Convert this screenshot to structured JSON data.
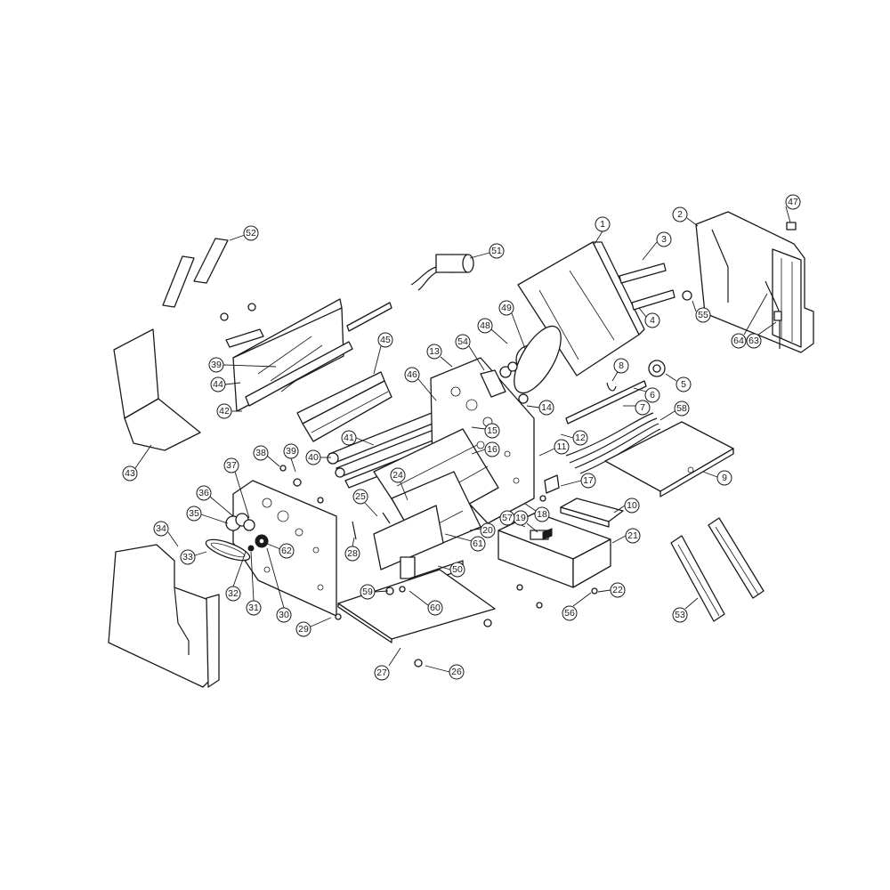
{
  "callouts": [
    {
      "label": "1"
    },
    {
      "label": "2"
    },
    {
      "label": "3"
    },
    {
      "label": "4"
    },
    {
      "label": "5"
    },
    {
      "label": "6"
    },
    {
      "label": "7"
    },
    {
      "label": "8"
    },
    {
      "label": "9"
    },
    {
      "label": "10"
    },
    {
      "label": "11"
    },
    {
      "label": "12"
    },
    {
      "label": "13"
    },
    {
      "label": "14"
    },
    {
      "label": "15"
    },
    {
      "label": "16"
    },
    {
      "label": "17"
    },
    {
      "label": "18"
    },
    {
      "label": "19"
    },
    {
      "label": "20"
    },
    {
      "label": "21"
    },
    {
      "label": "22"
    },
    {
      "label": "24"
    },
    {
      "label": "25"
    },
    {
      "label": "26"
    },
    {
      "label": "27"
    },
    {
      "label": "28"
    },
    {
      "label": "29"
    },
    {
      "label": "30"
    },
    {
      "label": "31"
    },
    {
      "label": "32"
    },
    {
      "label": "33"
    },
    {
      "label": "34"
    },
    {
      "label": "35"
    },
    {
      "label": "36"
    },
    {
      "label": "37"
    },
    {
      "label": "38"
    },
    {
      "label": "39"
    },
    {
      "label": "39"
    },
    {
      "label": "40"
    },
    {
      "label": "41"
    },
    {
      "label": "42"
    },
    {
      "label": "43"
    },
    {
      "label": "44"
    },
    {
      "label": "45"
    },
    {
      "label": "46"
    },
    {
      "label": "47"
    },
    {
      "label": "48"
    },
    {
      "label": "49"
    },
    {
      "label": "50"
    },
    {
      "label": "51"
    },
    {
      "label": "52"
    },
    {
      "label": "53"
    },
    {
      "label": "54"
    },
    {
      "label": "55"
    },
    {
      "label": "56"
    },
    {
      "label": "57"
    },
    {
      "label": "58"
    },
    {
      "label": "59"
    },
    {
      "label": "60"
    },
    {
      "label": "61"
    },
    {
      "label": "62"
    },
    {
      "label": "63"
    },
    {
      "label": "64"
    }
  ]
}
